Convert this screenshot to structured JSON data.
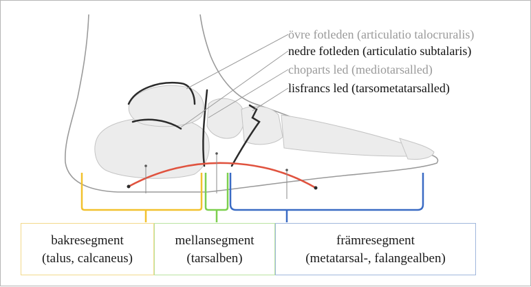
{
  "joint_labels": [
    {
      "text": "övre fotleden (articulatio talocruralis)",
      "color": "#9a9a9a"
    },
    {
      "text": "nedre fotleden (articulatio subtalaris)",
      "color": "#111111"
    },
    {
      "text": "choparts led (mediotarsalled)",
      "color": "#9a9a9a"
    },
    {
      "text": "lisfrancs led (tarsometatarsalled)",
      "color": "#111111"
    }
  ],
  "segments": [
    {
      "name": "bakresegment",
      "detail": "(talus, calcaneus)",
      "color": "#f2c12e"
    },
    {
      "name": "mellansegment",
      "detail": "(tarsalben)",
      "color": "#7ccf4e"
    },
    {
      "name": "främresegment",
      "detail": "(metatarsal-, falangealben)",
      "color": "#3a6bc4"
    }
  ],
  "colors": {
    "arch_line": "#e0533f",
    "outline": "#9a9a9a",
    "bone": "#e6e6e6"
  }
}
